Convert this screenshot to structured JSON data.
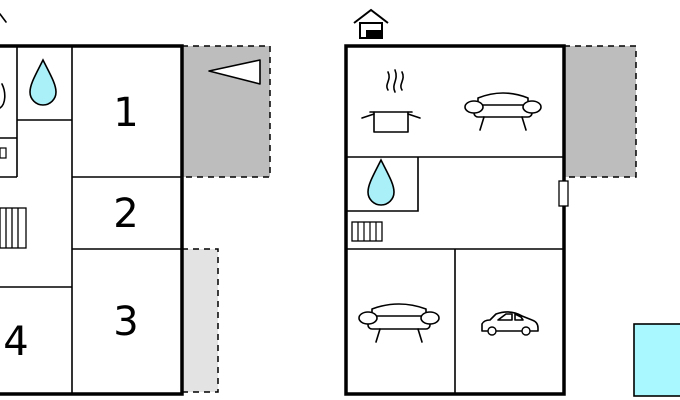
{
  "colors": {
    "wall": "#000000",
    "terrace": "#bdbdbd",
    "terrace_light": "#e3e3e3",
    "water": "#aaf0f8",
    "pool": "#aaf8ff"
  },
  "left_floor": {
    "rooms": [
      {
        "number": "1"
      },
      {
        "number": "2"
      },
      {
        "number": "3"
      },
      {
        "number": "4"
      }
    ],
    "icons": [
      "water-drop-icon",
      "radiator-icon",
      "terrace-direction-icon"
    ]
  },
  "right_floor": {
    "icons": [
      "house-floor-icon",
      "kitchen-pot-icon",
      "sofa-icon",
      "water-drop-icon",
      "radiator-icon",
      "sofa-icon",
      "car-icon",
      "door-icon"
    ]
  },
  "pool": {
    "icon": "pool-area"
  }
}
